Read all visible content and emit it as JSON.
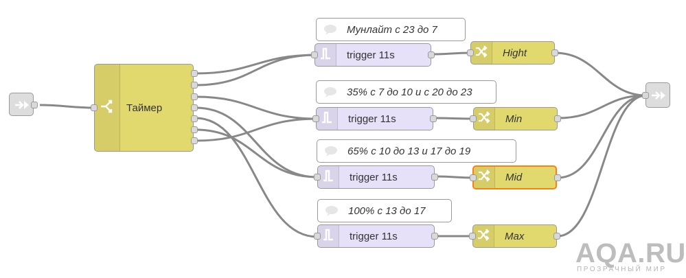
{
  "switch_node": {
    "label": "Таймер",
    "icon": "switch-icon"
  },
  "comments": [
    {
      "label": "Мунлайт с 23 до 7"
    },
    {
      "label": "35% с 7 до 10 и с 20 до 23"
    },
    {
      "label": "65% с 10 до 13 и 17 до 19"
    },
    {
      "label": "100% с 13 до 17"
    }
  ],
  "triggers": [
    {
      "label": "trigger 11s"
    },
    {
      "label": "trigger 11s"
    },
    {
      "label": "trigger 11s"
    },
    {
      "label": "trigger 11s"
    }
  ],
  "changes": [
    {
      "label": "Hight",
      "selected": false
    },
    {
      "label": "Min",
      "selected": false
    },
    {
      "label": "Mid",
      "selected": true
    },
    {
      "label": "Max",
      "selected": false
    }
  ],
  "link_in": {
    "icon": "link-in-icon"
  },
  "link_out": {
    "icon": "link-out-icon"
  },
  "watermark": {
    "main": "AQA.RU",
    "sub": "ПРОЗРАЧНЫЙ МИР"
  },
  "colors": {
    "trigger_fill": "#e6e0f8",
    "function_fill": "#e2d96e",
    "link_fill": "#dddddd",
    "wire": "#888888",
    "selection": "#ff7f0e"
  }
}
